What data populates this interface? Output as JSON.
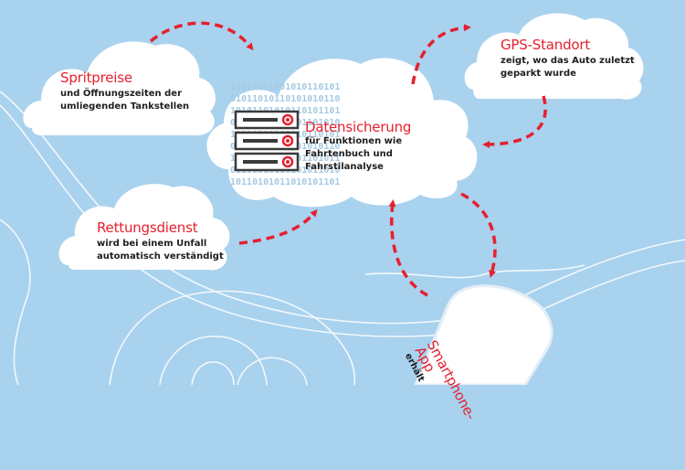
{
  "colors": {
    "background": "#a9d2ee",
    "accent": "#e5202e",
    "cloud": "#ffffff",
    "text": "#1e1e1e",
    "server": "#3a3a3a"
  },
  "icons": [
    "server-icon",
    "dashed-arrow-icon",
    "smartphone-icon"
  ],
  "binary_rows": [
    "10110101001010110101",
    "01011010110101010110",
    "10101101010110101101",
    "01101011010101101010",
    "10110101101010110101",
    "01010110101101010110",
    "10101011010101101011",
    "01101010110101011010",
    "10110101011010101101"
  ],
  "nodes": {
    "fuel": {
      "title": "Spritpreise",
      "line1": "und Öffnungszeiten der",
      "line2": "umliegenden Tankstellen"
    },
    "gps": {
      "title": "GPS-Standort",
      "line1": "zeigt, wo das Auto zuletzt",
      "line2": "geparkt wurde"
    },
    "backup": {
      "title": "Datensicherung",
      "line1": "für Funktionen wie",
      "line2": "Fahrtenbuch und",
      "line3": "Fahrstilanalyse"
    },
    "rescue": {
      "title": "Rettungsdienst",
      "line1": "wird bei einem Unfall",
      "line2": "automatisch verständigt"
    },
    "phone": {
      "title_line1": "Smartphone-",
      "title_line2": "App",
      "line1": "erhält"
    }
  }
}
